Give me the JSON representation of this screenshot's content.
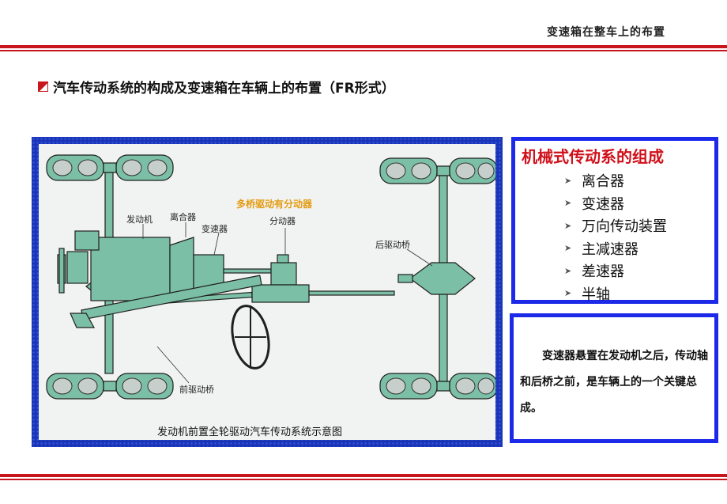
{
  "header": {
    "title": "变速箱在整车上的布置"
  },
  "subtitle": {
    "text": "汽车传动系统的构成及变速箱在车辆上的布置（FR形式）"
  },
  "diagram": {
    "labels": {
      "engine": "发动机",
      "clutch": "离合器",
      "gearbox": "变速器",
      "transfer": "分动器",
      "multi_axle_note": "多桥驱动有分动器",
      "rear_axle": "后驱动桥",
      "front_axle": "前驱动桥"
    },
    "caption": "发动机前置全轮驱动汽车传动系统示意图",
    "colors": {
      "frame": "#1a35b8",
      "parts": "#7bbfa6",
      "outline": "#1f1f1f",
      "note": "#e39b10"
    }
  },
  "components_box": {
    "title": "机械式传动系的组成",
    "items": [
      "离合器",
      "变速器",
      "万向传动装置",
      "主减速器",
      "差速器",
      "半轴"
    ],
    "bullet_icon": "chevron-right-icon",
    "title_color": "#d0101a",
    "border_color": "#1c29e8"
  },
  "description_box": {
    "text": "变速器悬置在发动机之后，传动轴和后桥之前，是车辆上的一个关键总成。"
  }
}
